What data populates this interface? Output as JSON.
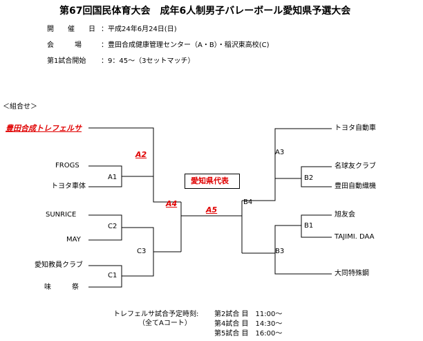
{
  "title": "第67回国民体育大会　成年6人制男子バレーボール愛知県予選大会",
  "info": {
    "date_label": "開　　催　　日",
    "date_value": "：平成24年6月24日(日)",
    "venue_label": "会　　　場",
    "venue_value": "：豊田合成健康管理センター（A・B）・稲沢東高校(C)",
    "start_label": "第1試合開始",
    "start_value": "：9：45～（3セットマッチ）"
  },
  "bracket_heading": "＜組合せ＞",
  "left_teams": [
    "豊田合成トレフェルサ",
    "FROGS",
    "トヨタ車体",
    "SUNRICE",
    "MAY",
    "愛知教員クラブ",
    "味　　　祭"
  ],
  "right_teams": [
    "トヨタ自動車",
    "名球友クラブ",
    "豊田自動織機",
    "旭友会",
    "TAJIMI. DAA",
    "大同特殊鋼"
  ],
  "matches": {
    "a1": "A1",
    "a2": "A2",
    "a3": "A3",
    "a4": "A4",
    "a5": "A5",
    "b1": "B1",
    "b2": "B2",
    "b3": "B3",
    "b4": "B4",
    "c1": "C1",
    "c2": "C2",
    "c3": "C3"
  },
  "representative": "愛知県代表",
  "schedule": {
    "label": "トレフェルサ試合予定時刻:",
    "note": "（全てAコート）",
    "rows": [
      "第2試合 目　11:00～",
      "第4試合 目　14:30～",
      "第5試合 目　16:00～"
    ]
  }
}
